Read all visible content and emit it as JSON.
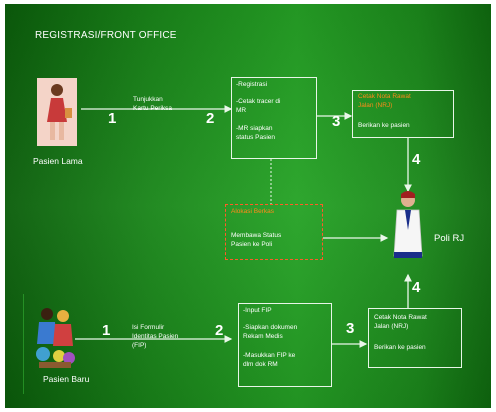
{
  "title": "REGISTRASI/FRONT OFFICE",
  "actors": {
    "pasien_lama": "Pasien Lama",
    "pasien_baru": "Pasien Baru",
    "poli_rj": "Poli RJ"
  },
  "top_flow": {
    "step1_num": "1",
    "step1_text": [
      "Tunjukkan",
      "Kartu Periksa"
    ],
    "step2_num": "2",
    "box1": [
      "-Registrasi",
      "",
      "-Cetak tracer di",
      "MR",
      "",
      "-MR siapkan",
      "status Pasien"
    ],
    "step3_num": "3",
    "box2_title": [
      "Cetak Nota Rawat",
      "Jalan (NRJ)"
    ],
    "box2_text": "Berikan ke pasien",
    "step4_num": "4"
  },
  "middle": {
    "box_title": "Alokasi Berkas",
    "box_text": [
      "Membawa Status",
      "Pasien ke Poli"
    ]
  },
  "bottom_flow": {
    "step1_num": "1",
    "step1_text": [
      "Isi Formulir",
      "Identitas Pasien",
      "(FIP)"
    ],
    "step2_num": "2",
    "box1": [
      "-Input FIP",
      "",
      "-Siapkan dokumen",
      "Rekam Medis",
      "",
      "-Masukkan FIP ke",
      "dlm dok RM"
    ],
    "step3_num": "3",
    "box2": [
      "Cetak Nota Rawat",
      "Jalan (NRJ)",
      "",
      "Berikan ke pasien"
    ],
    "step4_num": "4"
  }
}
